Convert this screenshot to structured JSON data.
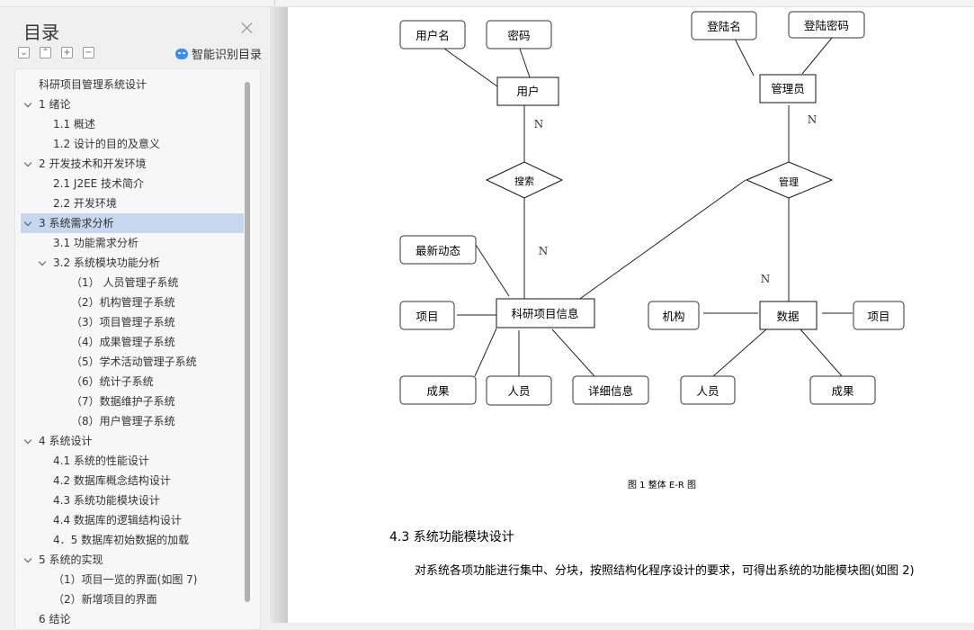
{
  "sidebar": {
    "title": "目录",
    "smart_toc_label": "智能识别目录",
    "tool_buttons": [
      {
        "icon": "collapse-all-icon",
        "glyph": "⌄"
      },
      {
        "icon": "expand-all-icon",
        "glyph": "⌃"
      },
      {
        "icon": "add-icon",
        "glyph": "+"
      },
      {
        "icon": "remove-icon",
        "glyph": "−"
      }
    ],
    "toc": [
      {
        "label": "科研项目管理系统设计",
        "level": 0,
        "chevron": false
      },
      {
        "label": "1  绪论",
        "level": 0,
        "chevron": true
      },
      {
        "label": "1.1  概述",
        "level": 1,
        "chevron": false
      },
      {
        "label": "1.2  设计的目的及意义",
        "level": 1,
        "chevron": false
      },
      {
        "label": "2  开发技术和开发环境",
        "level": 0,
        "chevron": true
      },
      {
        "label": "2.1 J2EE 技术简介",
        "level": 1,
        "chevron": false
      },
      {
        "label": "2.2  开发环境",
        "level": 1,
        "chevron": false
      },
      {
        "label": "3  系统需求分析",
        "level": 0,
        "chevron": true,
        "active": true
      },
      {
        "label": "3.1  功能需求分析",
        "level": 1,
        "chevron": false
      },
      {
        "label": "3.2 系统模块功能分析",
        "level": 1,
        "chevron": true
      },
      {
        "label": "（1）  人员管理子系统",
        "level": 2,
        "chevron": false
      },
      {
        "label": "（2）机构管理子系统",
        "level": 2,
        "chevron": false
      },
      {
        "label": "（3）项目管理子系统",
        "level": 2,
        "chevron": false
      },
      {
        "label": "（4）成果管理子系统",
        "level": 2,
        "chevron": false
      },
      {
        "label": "（5）学术活动管理子系统",
        "level": 2,
        "chevron": false
      },
      {
        "label": "（6）统计子系统",
        "level": 2,
        "chevron": false
      },
      {
        "label": "（7）数据维护子系统",
        "level": 2,
        "chevron": false
      },
      {
        "label": "（8）用户管理子系统",
        "level": 2,
        "chevron": false
      },
      {
        "label": "4  系统设计",
        "level": 0,
        "chevron": true
      },
      {
        "label": "4.1  系统的性能设计",
        "level": 1,
        "chevron": false
      },
      {
        "label": "4.2  数据库概念结构设计",
        "level": 1,
        "chevron": false
      },
      {
        "label": "4.3  系统功能模块设计",
        "level": 1,
        "chevron": false
      },
      {
        "label": "4.4  数据库的逻辑结构设计",
        "level": 1,
        "chevron": false
      },
      {
        "label": "4．5  数据库初始数据的加载",
        "level": 1,
        "chevron": false
      },
      {
        "label": "5  系统的实现",
        "level": 0,
        "chevron": true
      },
      {
        "label": "（1）项目一览的界面(如图 7)",
        "level": 1,
        "chevron": false
      },
      {
        "label": "（2）新增项目的界面",
        "level": 1,
        "chevron": false
      },
      {
        "label": "6   结论",
        "level": 0,
        "chevron": false
      }
    ]
  },
  "diagram": {
    "entities": {
      "user": "用户",
      "admin": "管理员",
      "research": "科研项目信息",
      "data": "数据"
    },
    "relations": {
      "search": "搜索",
      "manage": "管理"
    },
    "attributes": {
      "username": "用户名",
      "password": "密码",
      "login_name": "登陆名",
      "login_password": "登陆密码",
      "latest_news": "最新动态",
      "project_left": "项目",
      "result_left": "成果",
      "person_left": "人员",
      "detail": "详细信息",
      "org": "机构",
      "project_right": "项目",
      "person_right": "人员",
      "result_right": "成果"
    },
    "cardinalities": {
      "user_search": "N",
      "admin_manage": "N",
      "search_research": "N",
      "manage_data": "N"
    }
  },
  "document": {
    "caption": "图 1  整体 E-R 图",
    "heading": "4.3  系统功能模块设计",
    "paragraph": "对系统各项功能进行集中、分块，按照结构化程序设计的要求，可得出系统的功能模块图(如图 2)"
  }
}
